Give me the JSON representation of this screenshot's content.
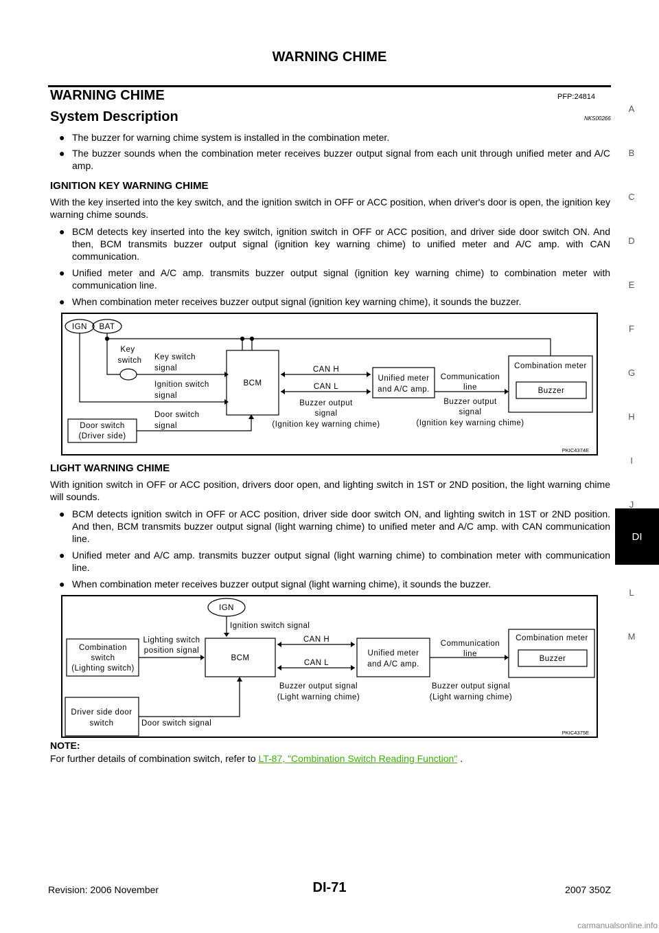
{
  "header": {
    "title": "WARNING CHIME"
  },
  "section": {
    "title": "WARNING CHIME",
    "code": "PFP:24814"
  },
  "subsection": {
    "title": "System Description",
    "code": "NKS00266"
  },
  "intro_bullets": [
    "The buzzer for warning chime system is installed in the combination meter.",
    "The buzzer sounds when the combination meter receives buzzer output signal from each unit through unified meter and A/C amp."
  ],
  "ignition": {
    "heading": "IGNITION KEY WARNING CHIME",
    "para": "With the key inserted into the key switch, and the ignition switch in OFF or ACC position, when driver's door is open, the ignition key warning chime sounds.",
    "bullets": [
      "BCM detects key inserted into the key switch, ignition switch in OFF or ACC position, and driver side door switch ON. And then, BCM transmits buzzer output signal (ignition key warning chime) to unified meter and A/C amp. with CAN communication.",
      "Unified meter and A/C amp. transmits buzzer output signal (ignition key warning chime) to combination meter with communication line.",
      "When combination meter receives buzzer output signal (ignition key warning chime), it sounds the buzzer."
    ]
  },
  "diagram1": {
    "ign": "IGN",
    "bat": "BAT",
    "key_switch_1": "Key",
    "key_switch_2": "switch",
    "key_sig_1": "Key switch",
    "key_sig_2": "signal",
    "ign_sig_1": "Ignition switch",
    "ign_sig_2": "signal",
    "door_sig_1": "Door switch",
    "door_sig_2": "signal",
    "door_switch_1": "Door switch",
    "door_switch_2": "(Driver side)",
    "bcm": "BCM",
    "can_h": "CAN H",
    "can_l": "CAN L",
    "bos_1": "Buzzer output",
    "bos_2": "signal",
    "bos_3": "(Ignition key warning chime)",
    "unified_1": "Unified meter",
    "unified_2": "and A/C amp.",
    "comm_1": "Communication",
    "comm_2": "line",
    "bos2_1": "Buzzer output",
    "bos2_2": "signal",
    "bos2_3": "(Ignition key warning chime)",
    "combo_meter": "Combination meter",
    "buzzer": "Buzzer",
    "code": "PKIC4374E"
  },
  "light": {
    "heading": "LIGHT WARNING CHIME",
    "para": "With ignition switch in OFF or ACC position, drivers door open, and lighting switch in 1ST or 2ND position, the light warning chime will sounds.",
    "bullets": [
      "BCM detects ignition switch in OFF or ACC position, driver side door switch ON, and lighting switch in 1ST or 2ND position. And then, BCM transmits buzzer output signal (light warning chime) to unified meter and A/C amp. with CAN communication line.",
      "Unified meter and A/C amp. transmits buzzer output signal (light warning chime) to combination meter with communication line.",
      "When combination meter receives buzzer output signal (light warning chime), it sounds the buzzer."
    ]
  },
  "diagram2": {
    "ign": "IGN",
    "ign_sig": "Ignition switch signal",
    "combo_sw_1": "Combination",
    "combo_sw_2": "switch",
    "combo_sw_3": "(Lighting switch)",
    "light_sig_1": "Lighting switch",
    "light_sig_2": "position signal",
    "bcm": "BCM",
    "can_h": "CAN H",
    "can_l": "CAN L",
    "unified_1": "Unified meter",
    "unified_2": "and A/C amp.",
    "comm_1": "Communication",
    "comm_2": "line",
    "combo_meter": "Combination meter",
    "buzzer": "Buzzer",
    "bos_1": "Buzzer output signal",
    "bos_2": "(Light warning chime)",
    "bos2_1": "Buzzer output signal",
    "bos2_2": "(Light warning chime)",
    "door_1": "Driver side door",
    "door_2": "switch",
    "door_sig": "Door switch signal",
    "code": "PKIC4375E"
  },
  "note": {
    "label": "NOTE:",
    "prefix": "For further details of combination switch, refer to ",
    "link": "LT-87, \"Combination Switch Reading Function\"",
    "suffix": " ."
  },
  "side_index": [
    "A",
    "B",
    "C",
    "D",
    "E",
    "F",
    "G",
    "H",
    "I",
    "J",
    "L",
    "M"
  ],
  "side_tab": "DI",
  "footer": {
    "revision": "Revision: 2006 November",
    "page": "DI-71",
    "model": "2007 350Z"
  },
  "watermark": "carmanualsonline.info"
}
